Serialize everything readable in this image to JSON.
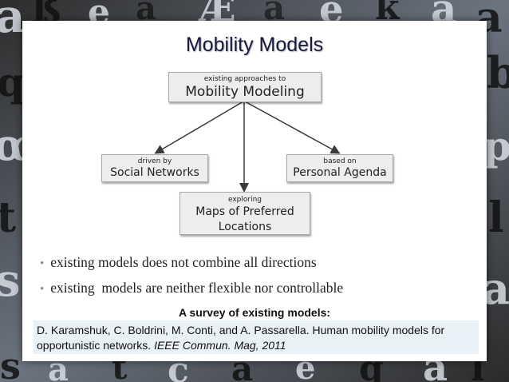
{
  "slide": {
    "title": "Mobility Models"
  },
  "diagram": {
    "root": {
      "caption": "existing approaches to",
      "label": "Mobility Modeling"
    },
    "left": {
      "caption": "driven by",
      "label": "Social Networks"
    },
    "right": {
      "caption": "based on",
      "label": "Personal Agenda"
    },
    "middle": {
      "caption": "exploring",
      "label_line1": "Maps of Preferred",
      "label_line2": "Locations"
    }
  },
  "bullets": [
    "existing models does not combine all directions",
    "existing  models are neither flexible nor controllable"
  ],
  "survey": {
    "heading": "A survey of existing models:",
    "citation_text": " D. Karamshuk, C. Boldrini, M. Conti, and A. Passarella. Human mobility models for opportunistic networks. ",
    "citation_venue": "IEEE Commun. Mag, 2011"
  },
  "colors": {
    "title": "#1a1a3a",
    "box_fill": "#ededed",
    "citation_bg": "#e9f0f8",
    "bullet": "#7a8aa8"
  }
}
